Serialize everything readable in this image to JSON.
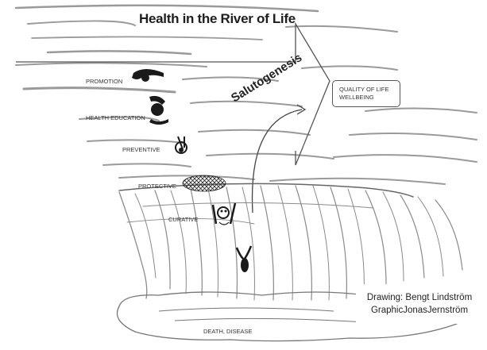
{
  "title": "Health in the River of Life",
  "concept_label": "Salutogenesis",
  "quality_box": {
    "line1": "QUALITY OF LIFE",
    "line2": "WELLBEING"
  },
  "stages": {
    "promotion": "PROMOTION",
    "health_education": "HEALTH EDUCATION",
    "preventive": "PREVENTIVE",
    "protective": "PROTECTIVE",
    "curative": "CURATIVE",
    "death": "DEATH, DISEASE"
  },
  "credit": {
    "line1": "Drawing: Bengt Lindström",
    "line2": "GraphicJonasJernström"
  },
  "colors": {
    "ink": "#1e1e1e",
    "water": "#8a8a8a"
  }
}
